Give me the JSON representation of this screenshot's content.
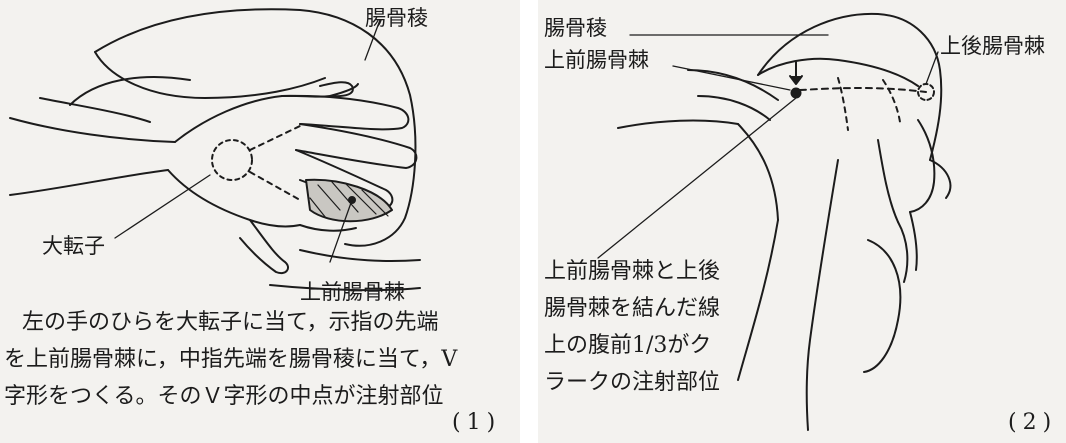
{
  "panel1": {
    "labels": {
      "iliac_crest": "腸骨稜",
      "greater_trochanter": "大転子",
      "asis": "上前腸骨棘"
    },
    "caption_lines": [
      "左の手のひらを大転子に当て，示指の先端",
      "を上前腸骨棘に，中指先端を腸骨稜に当て，V",
      "字形をつくる。そのＶ字形の中点が注射部位"
    ],
    "number": "(1)"
  },
  "panel2": {
    "labels": {
      "iliac_crest": "腸骨稜",
      "asis": "上前腸骨棘",
      "psis": "上後腸骨棘"
    },
    "caption_lines": [
      "上前腸骨棘と上後",
      "腸骨棘を結んだ線",
      "上の腹前1/3がク",
      "ラークの注射部位"
    ],
    "number": "(2)"
  }
}
